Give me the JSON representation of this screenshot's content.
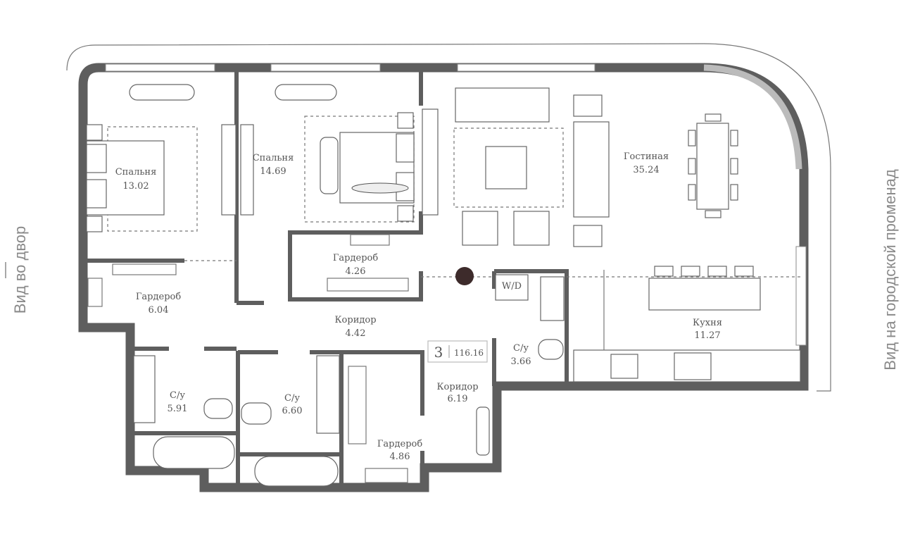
{
  "view_labels": {
    "left": "Вид во двор",
    "right": "Вид на городской променад"
  },
  "apartment": {
    "rooms_count": "3",
    "total_area": "116.16"
  },
  "rooms": [
    {
      "name": "Спальня",
      "area": "13.02"
    },
    {
      "name": "Спальня",
      "area": "14.69"
    },
    {
      "name": "Гардероб",
      "area": "4.26"
    },
    {
      "name": "Гостиная",
      "area": "35.24"
    },
    {
      "name": "Гардероб",
      "area": "6.04"
    },
    {
      "name": "Коридор",
      "area": "4.42"
    },
    {
      "name": "С/у",
      "area": "3.66"
    },
    {
      "name": "Кухня",
      "area": "11.27"
    },
    {
      "name": "С/у",
      "area": "5.91"
    },
    {
      "name": "С/у",
      "area": "6.60"
    },
    {
      "name": "Коридор",
      "area": "6.19"
    },
    {
      "name": "Гардероб",
      "area": "4.86"
    }
  ],
  "washer_label": "W/D",
  "colors": {
    "wall": "#5e5e5e",
    "line": "#777777",
    "text": "#555555"
  }
}
